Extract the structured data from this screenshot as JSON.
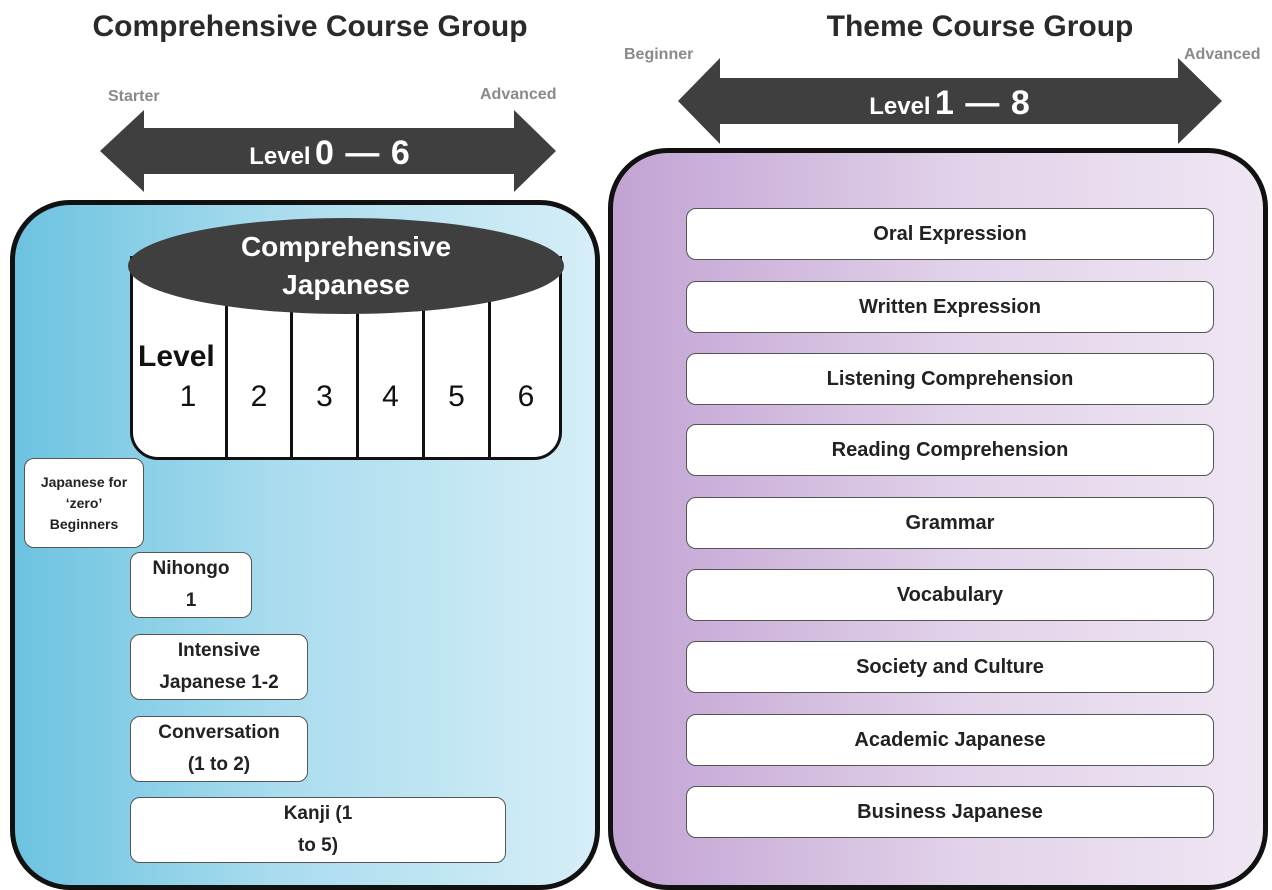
{
  "left": {
    "title": "Comprehensive Course Group",
    "range_start": "Starter",
    "range_end": "Advanced",
    "level_word": "Level",
    "level_range": "0 — 6",
    "cylinder_title": "Comprehensive Japanese",
    "cylinder_level_word": "Level",
    "cylinder_levels": [
      "1",
      "2",
      "3",
      "4",
      "5",
      "6"
    ],
    "courses": [
      "Japanese for ‘zero’ Beginners",
      "Nihongo 1",
      "Intensive Japanese 1-2",
      "Conversation (1 to 2)",
      "Kanji (1 to 5)"
    ]
  },
  "right": {
    "title": "Theme Course Group",
    "range_start": "Beginner",
    "range_end": "Advanced",
    "level_word": "Level",
    "level_range": "1 — 8",
    "courses": [
      "Oral Expression",
      "Written Expression",
      "Listening Comprehension",
      "Reading Comprehension",
      "Grammar",
      "Vocabulary",
      "Society and Culture",
      "Academic Japanese",
      "Business Japanese"
    ]
  },
  "colors": {
    "arrow": "#3f3f3f",
    "left_panel": "#6cc3e0",
    "right_panel": "#c2a3d3",
    "border": "#111111"
  }
}
